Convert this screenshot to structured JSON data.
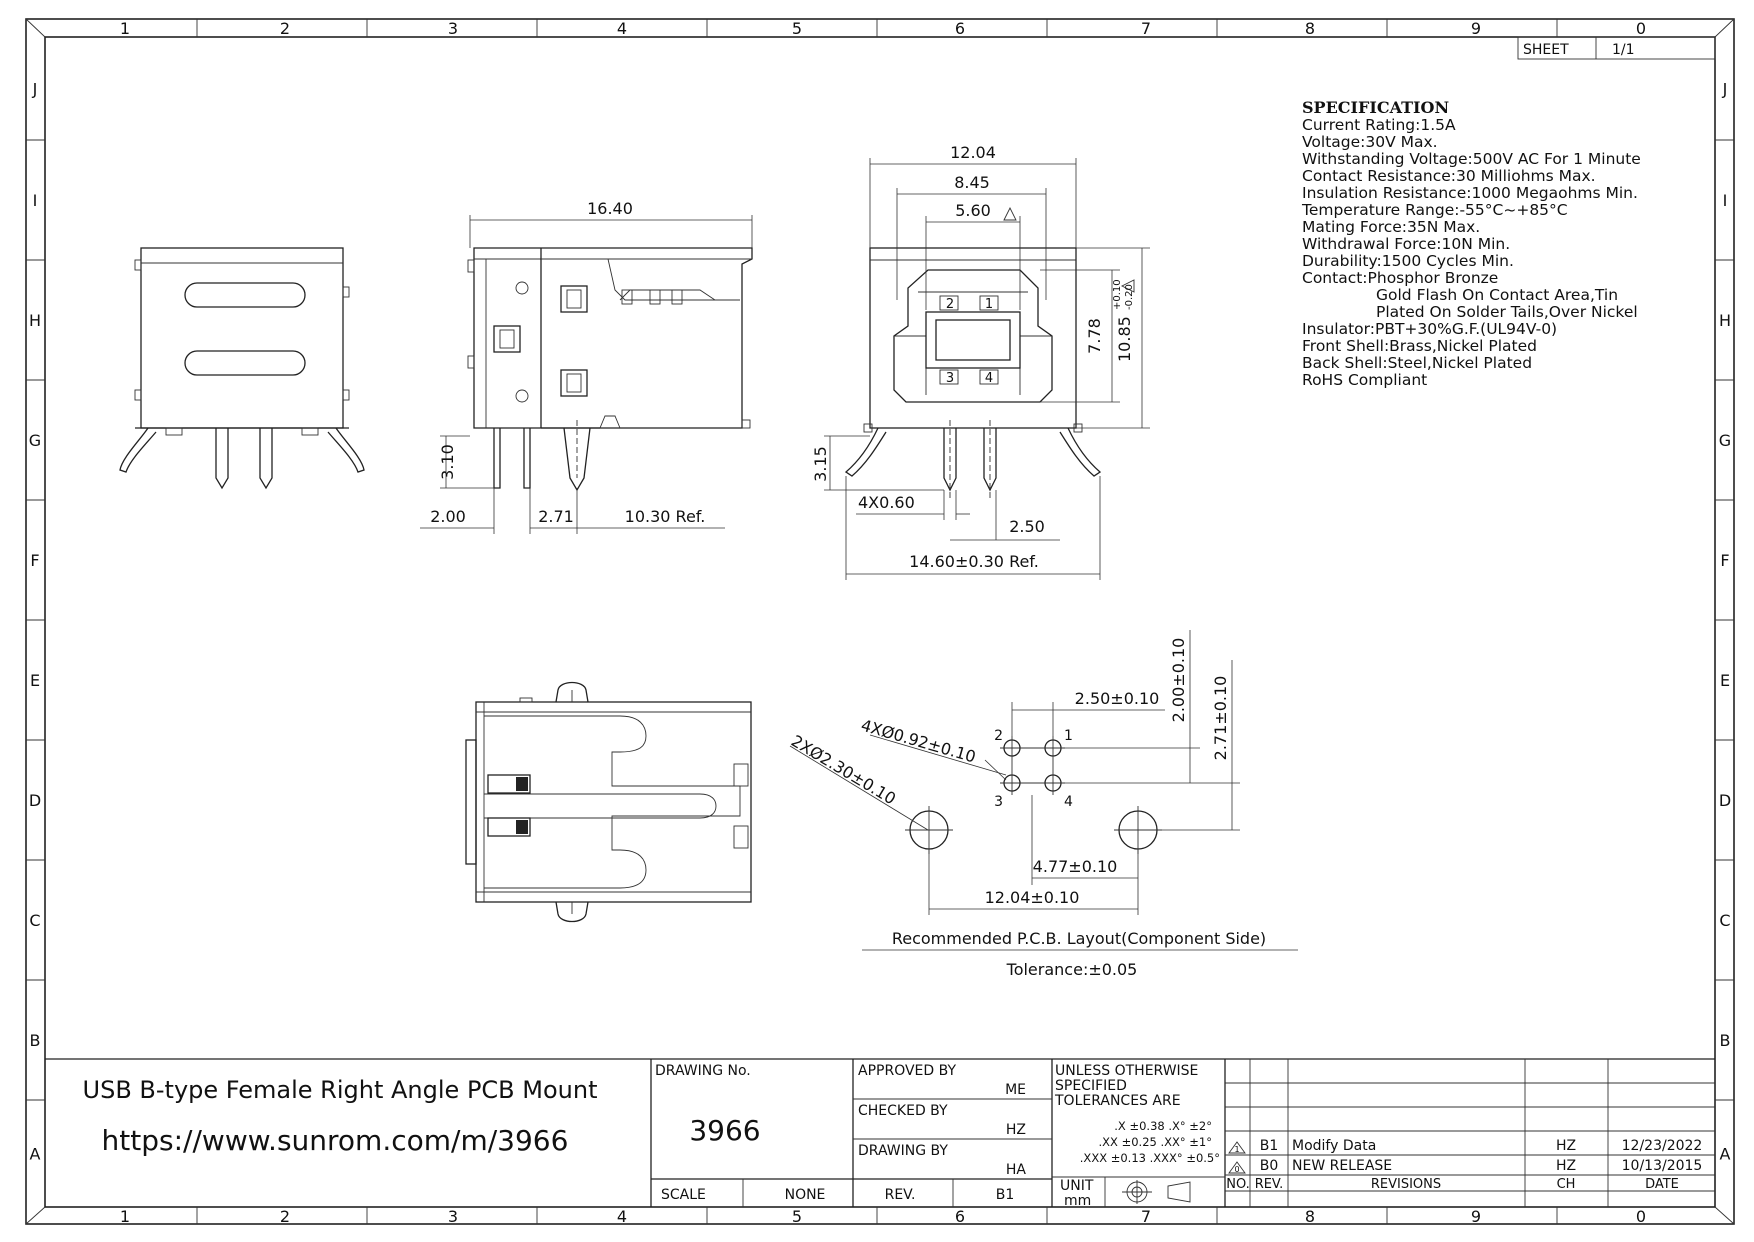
{
  "sheet": {
    "label": "SHEET",
    "value": "1/1"
  },
  "zones": {
    "columns": [
      "1",
      "2",
      "3",
      "4",
      "5",
      "6",
      "7",
      "8",
      "9",
      "0"
    ],
    "rows": [
      "J",
      "I",
      "H",
      "G",
      "F",
      "E",
      "D",
      "C",
      "B",
      "A"
    ]
  },
  "specification": {
    "title": "SPECIFICATION",
    "lines": [
      "Current Rating:1.5A",
      "Voltage:30V Max.",
      "Withstanding Voltage:500V AC For 1 Minute",
      "Contact Resistance:30 Milliohms Max.",
      "Insulation Resistance:1000 Megaohms Min.",
      "Temperature Range:-55°C~+85°C",
      "Mating Force:35N Max.",
      "Withdrawal Force:10N Min.",
      "Durability:1500 Cycles Min.",
      "Contact:Phosphor Bronze",
      "Gold Flash On Contact Area,Tin",
      "Plated On Solder Tails,Over Nickel",
      "Insulator:PBT+30%G.F.(UL94V-0)",
      "Front Shell:Brass,Nickel Plated",
      "Back Shell:Steel,Nickel Plated",
      "RoHS Compliant"
    ]
  },
  "side_view": {
    "length": "16.40",
    "pin_height": "3.10",
    "offset": "2.00",
    "pitch": "2.71",
    "ref": "10.30 Ref."
  },
  "front_view": {
    "width": "12.04",
    "inner_width": "8.45",
    "opening": "5.60",
    "height": "7.78",
    "total_height": "10.85",
    "tol_plus": "+0.10",
    "tol_minus": "-0.20",
    "pin_length": "3.15",
    "pin_dia": "4X0.60",
    "pin_pitch": "2.50",
    "overall_ref": "14.60±0.30 Ref.",
    "pins": [
      "2",
      "1",
      "3",
      "4"
    ]
  },
  "pcb_layout": {
    "hole4": "4XØ0.92±0.10",
    "hole2": "2XØ2.30±0.10",
    "pitch_x": "2.50±0.10",
    "pitch_y": "2.00±0.10",
    "row_offset": "2.71±0.10",
    "mount_offset": "4.77±0.10",
    "mount_pitch": "12.04±0.10",
    "pins": [
      "2",
      "1",
      "3",
      "4"
    ],
    "caption": "Recommended P.C.B. Layout(Component Side)",
    "tolerance": "Tolerance:±0.05"
  },
  "title_block": {
    "title": "USB B-type Female Right Angle PCB Mount",
    "url": "https://www.sunrom.com/m/3966",
    "drawing_no_label": "DRAWING No.",
    "drawing_no": "3966",
    "approved_by": "APPROVED BY",
    "approved_val": "ME",
    "checked_by": "CHECKED BY",
    "checked_val": "HZ",
    "drawing_by": "DRAWING BY",
    "drawing_val": "HA",
    "scale_label": "SCALE",
    "scale_val": "NONE",
    "rev_label": "REV.",
    "rev_val": "B1",
    "tol_line1": "UNLESS OTHERWISE",
    "tol_line2": "SPECIFIED",
    "tol_line3": "TOLERANCES ARE",
    "tol_a": ".X ±0.38 .X°   ±2°",
    "tol_b": ".XX ±0.25 .XX°   ±1°",
    "tol_c": ".XXX ±0.13 .XXX° ±0.5°",
    "unit_label": "UNIT",
    "unit_val": "mm"
  },
  "revisions": {
    "header": {
      "no": "NO.",
      "rev": "REV.",
      "revisions": "REVISIONS",
      "ch": "CH",
      "date": "DATE"
    },
    "rows": [
      {
        "no": "1",
        "rev": "B1",
        "desc": "Modify Data",
        "ch": "HZ",
        "date": "12/23/2022"
      },
      {
        "no": "0",
        "rev": "B0",
        "desc": "NEW RELEASE",
        "ch": "HZ",
        "date": "10/13/2015"
      }
    ]
  }
}
